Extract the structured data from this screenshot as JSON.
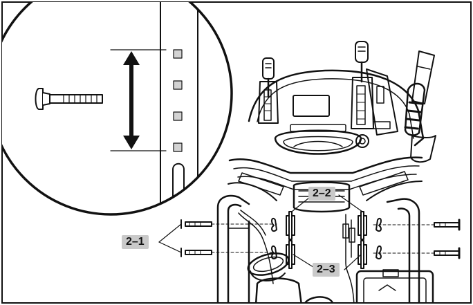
{
  "callouts": {
    "label_2_1": "2–1",
    "label_2_2": "2–2",
    "label_2_3": "2–3"
  },
  "icons": [
    "carriage-bolt-icon",
    "double-arrow-icon",
    "snowblower-dashboard-icon",
    "lever-icon",
    "wing-knob-icon"
  ],
  "colors": {
    "callout_bg": "#c9c9c9",
    "line": "#111111",
    "square_fill": "#d3d3d3"
  }
}
